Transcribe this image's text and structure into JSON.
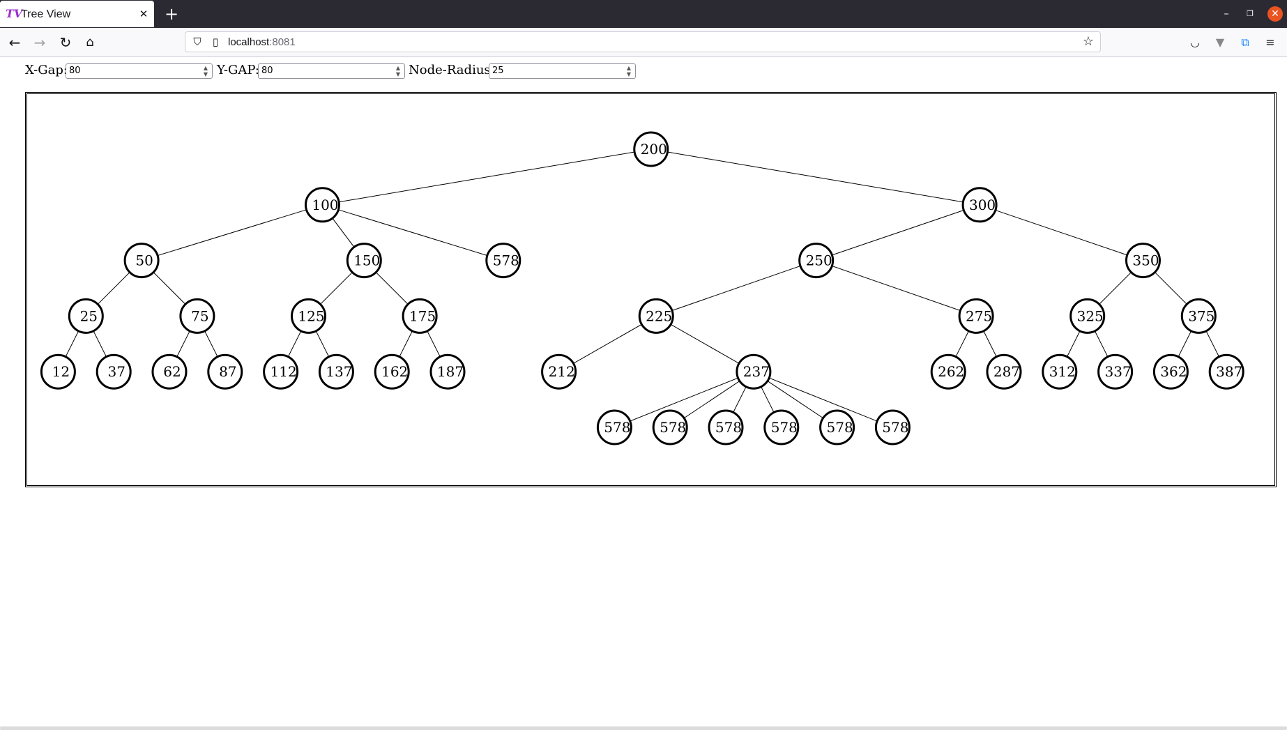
{
  "browser": {
    "tab_title": "Tree View",
    "tab_logo": "TV",
    "url_host": "localhost",
    "url_port": ":8081",
    "icons": {
      "tab_close": "close-icon",
      "new_tab": "plus-icon",
      "back": "arrow-left-icon",
      "forward": "arrow-right-icon",
      "reload": "reload-icon",
      "home": "home-icon",
      "shield": "shield-icon",
      "page": "page-icon",
      "bookmark": "star-icon",
      "pocket": "pocket-icon",
      "extension1": "extension-icon",
      "extension2": "extension-icon",
      "menu": "hamburger-menu-icon",
      "minimize": "minimize-icon",
      "restore": "restore-icon",
      "close_window": "close-window-icon"
    }
  },
  "controls": {
    "xgap": {
      "label": "X-Gap:",
      "value": "80"
    },
    "ygap": {
      "label": "Y-GAP:",
      "value": "80"
    },
    "radius": {
      "label": "Node-Radius:",
      "value": "25"
    }
  },
  "tree": {
    "root": {
      "label": "200",
      "children": [
        {
          "label": "100",
          "children": [
            {
              "label": "50",
              "children": [
                {
                  "label": "25",
                  "children": [
                    {
                      "label": "12"
                    },
                    {
                      "label": "37"
                    }
                  ]
                },
                {
                  "label": "75",
                  "children": [
                    {
                      "label": "62"
                    },
                    {
                      "label": "87"
                    }
                  ]
                }
              ]
            },
            {
              "label": "150",
              "children": [
                {
                  "label": "125",
                  "children": [
                    {
                      "label": "112"
                    },
                    {
                      "label": "137"
                    }
                  ]
                },
                {
                  "label": "175",
                  "children": [
                    {
                      "label": "162"
                    },
                    {
                      "label": "187"
                    }
                  ]
                }
              ]
            },
            {
              "label": "578"
            }
          ]
        },
        {
          "label": "300",
          "children": [
            {
              "label": "250",
              "children": [
                {
                  "label": "225",
                  "children": [
                    {
                      "label": "212"
                    },
                    {
                      "label": "237",
                      "children": [
                        {
                          "label": "578"
                        },
                        {
                          "label": "578"
                        },
                        {
                          "label": "578"
                        },
                        {
                          "label": "578"
                        },
                        {
                          "label": "578"
                        },
                        {
                          "label": "578"
                        }
                      ]
                    }
                  ]
                },
                {
                  "label": "275",
                  "children": [
                    {
                      "label": "262"
                    },
                    {
                      "label": "287"
                    }
                  ]
                }
              ]
            },
            {
              "label": "350",
              "children": [
                {
                  "label": "325",
                  "children": [
                    {
                      "label": "312"
                    },
                    {
                      "label": "337"
                    }
                  ]
                },
                {
                  "label": "375",
                  "children": [
                    {
                      "label": "362"
                    },
                    {
                      "label": "387"
                    }
                  ]
                }
              ]
            }
          ]
        }
      ]
    }
  }
}
